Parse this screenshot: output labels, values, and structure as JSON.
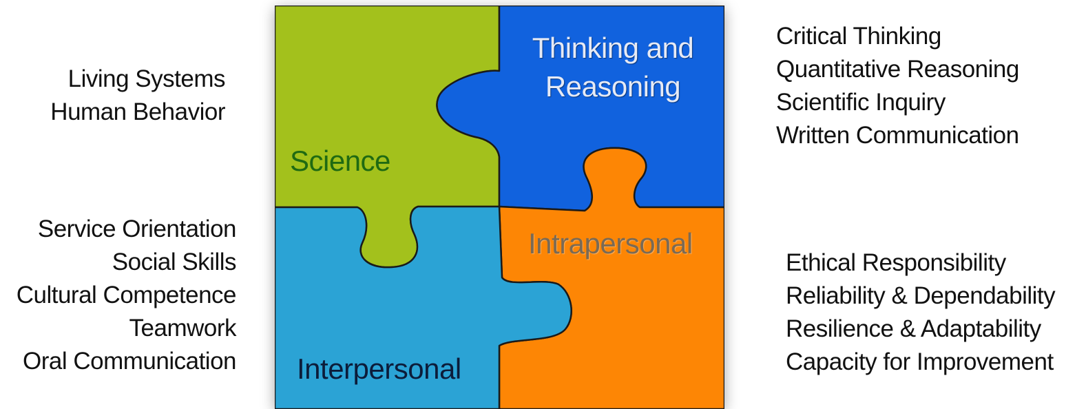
{
  "pieces": {
    "science": {
      "label": "Science",
      "color": "#a3c11c"
    },
    "thinking": {
      "label_line1": "Thinking and",
      "label_line2": "Reasoning",
      "color": "#1162de"
    },
    "intrapersonal": {
      "label": "Intrapersonal",
      "color": "#fd8605"
    },
    "interpersonal": {
      "label": "Interpersonal",
      "color": "#2ba3d5"
    }
  },
  "lists": {
    "science": [
      "Living Systems",
      "Human Behavior"
    ],
    "interpersonal": [
      "Service Orientation",
      "Social Skills",
      "Cultural Competence",
      "Teamwork",
      "Oral Communication"
    ],
    "thinking": [
      "Critical Thinking",
      "Quantitative Reasoning",
      "Scientific Inquiry",
      "Written Communication"
    ],
    "intrapersonal": [
      "Ethical Responsibility",
      "Reliability & Dependability",
      "Resilience & Adaptability",
      "Capacity for Improvement"
    ]
  }
}
